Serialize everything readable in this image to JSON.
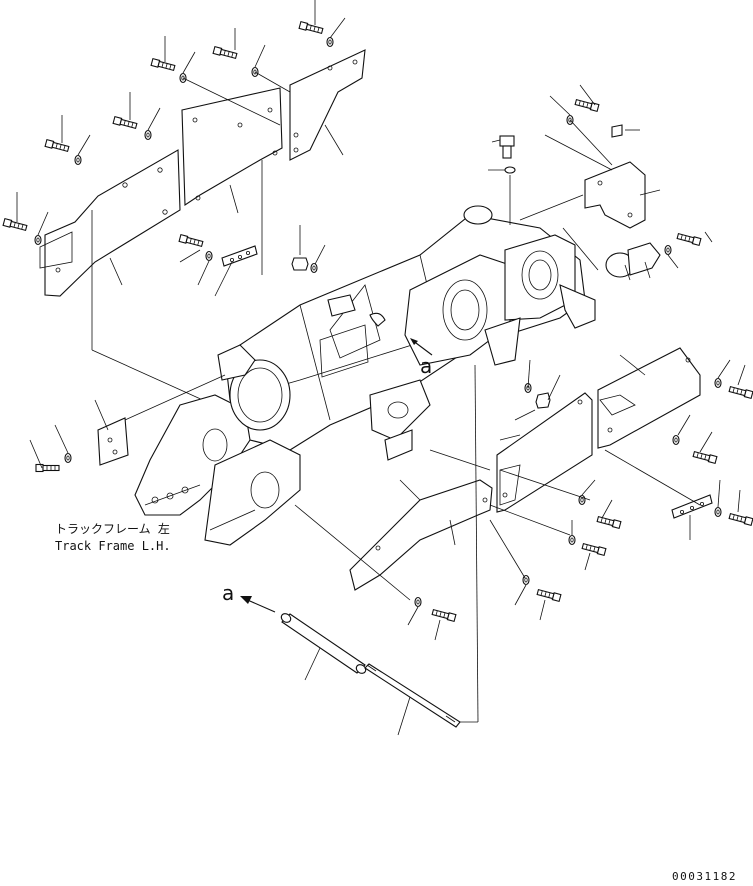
{
  "caption": {
    "jp": "トラックフレーム 左",
    "en": "Track Frame L.H."
  },
  "view_marker": "a",
  "drawing_code": "00031182",
  "icons": [
    "bolt-icon",
    "washer-icon",
    "cover-plate-icon",
    "track-frame-icon",
    "pin-icon",
    "rod-icon"
  ]
}
